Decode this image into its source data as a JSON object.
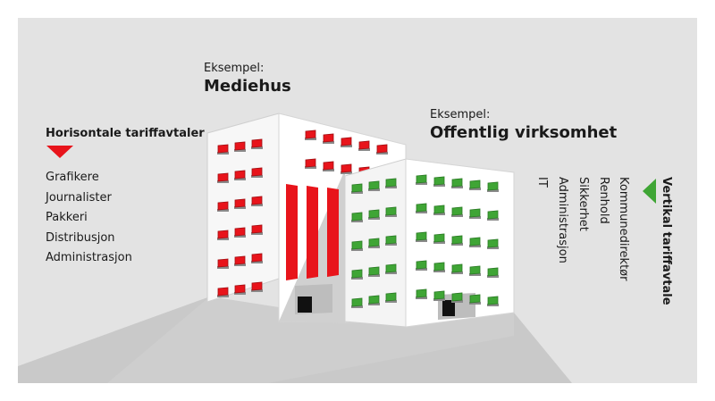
{
  "left_list": {
    "heading": "Horisontale tariffavtaler",
    "items": [
      "Grafikere",
      "Journalister",
      "Pakkeri",
      "Distribusjon",
      "Administrasjon"
    ]
  },
  "building_media": {
    "example_label": "Eksempel:",
    "name": "Mediehus"
  },
  "building_public": {
    "example_label": "Eksempel:",
    "name": "Offentlig virksomhet"
  },
  "right_list": {
    "heading": "Vertikal tariffavtale",
    "items": [
      "Kommunedirektør",
      "Renhold",
      "Sikkerhet",
      "Administrasjon",
      "IT"
    ]
  },
  "icons": {
    "horizontal_arrow": "triangle-down-icon",
    "vertical_arrow": "triangle-left-icon"
  },
  "colors": {
    "accent_red": "#e8141b",
    "accent_green": "#3fa535",
    "background_panel": "#e3e3e3"
  }
}
